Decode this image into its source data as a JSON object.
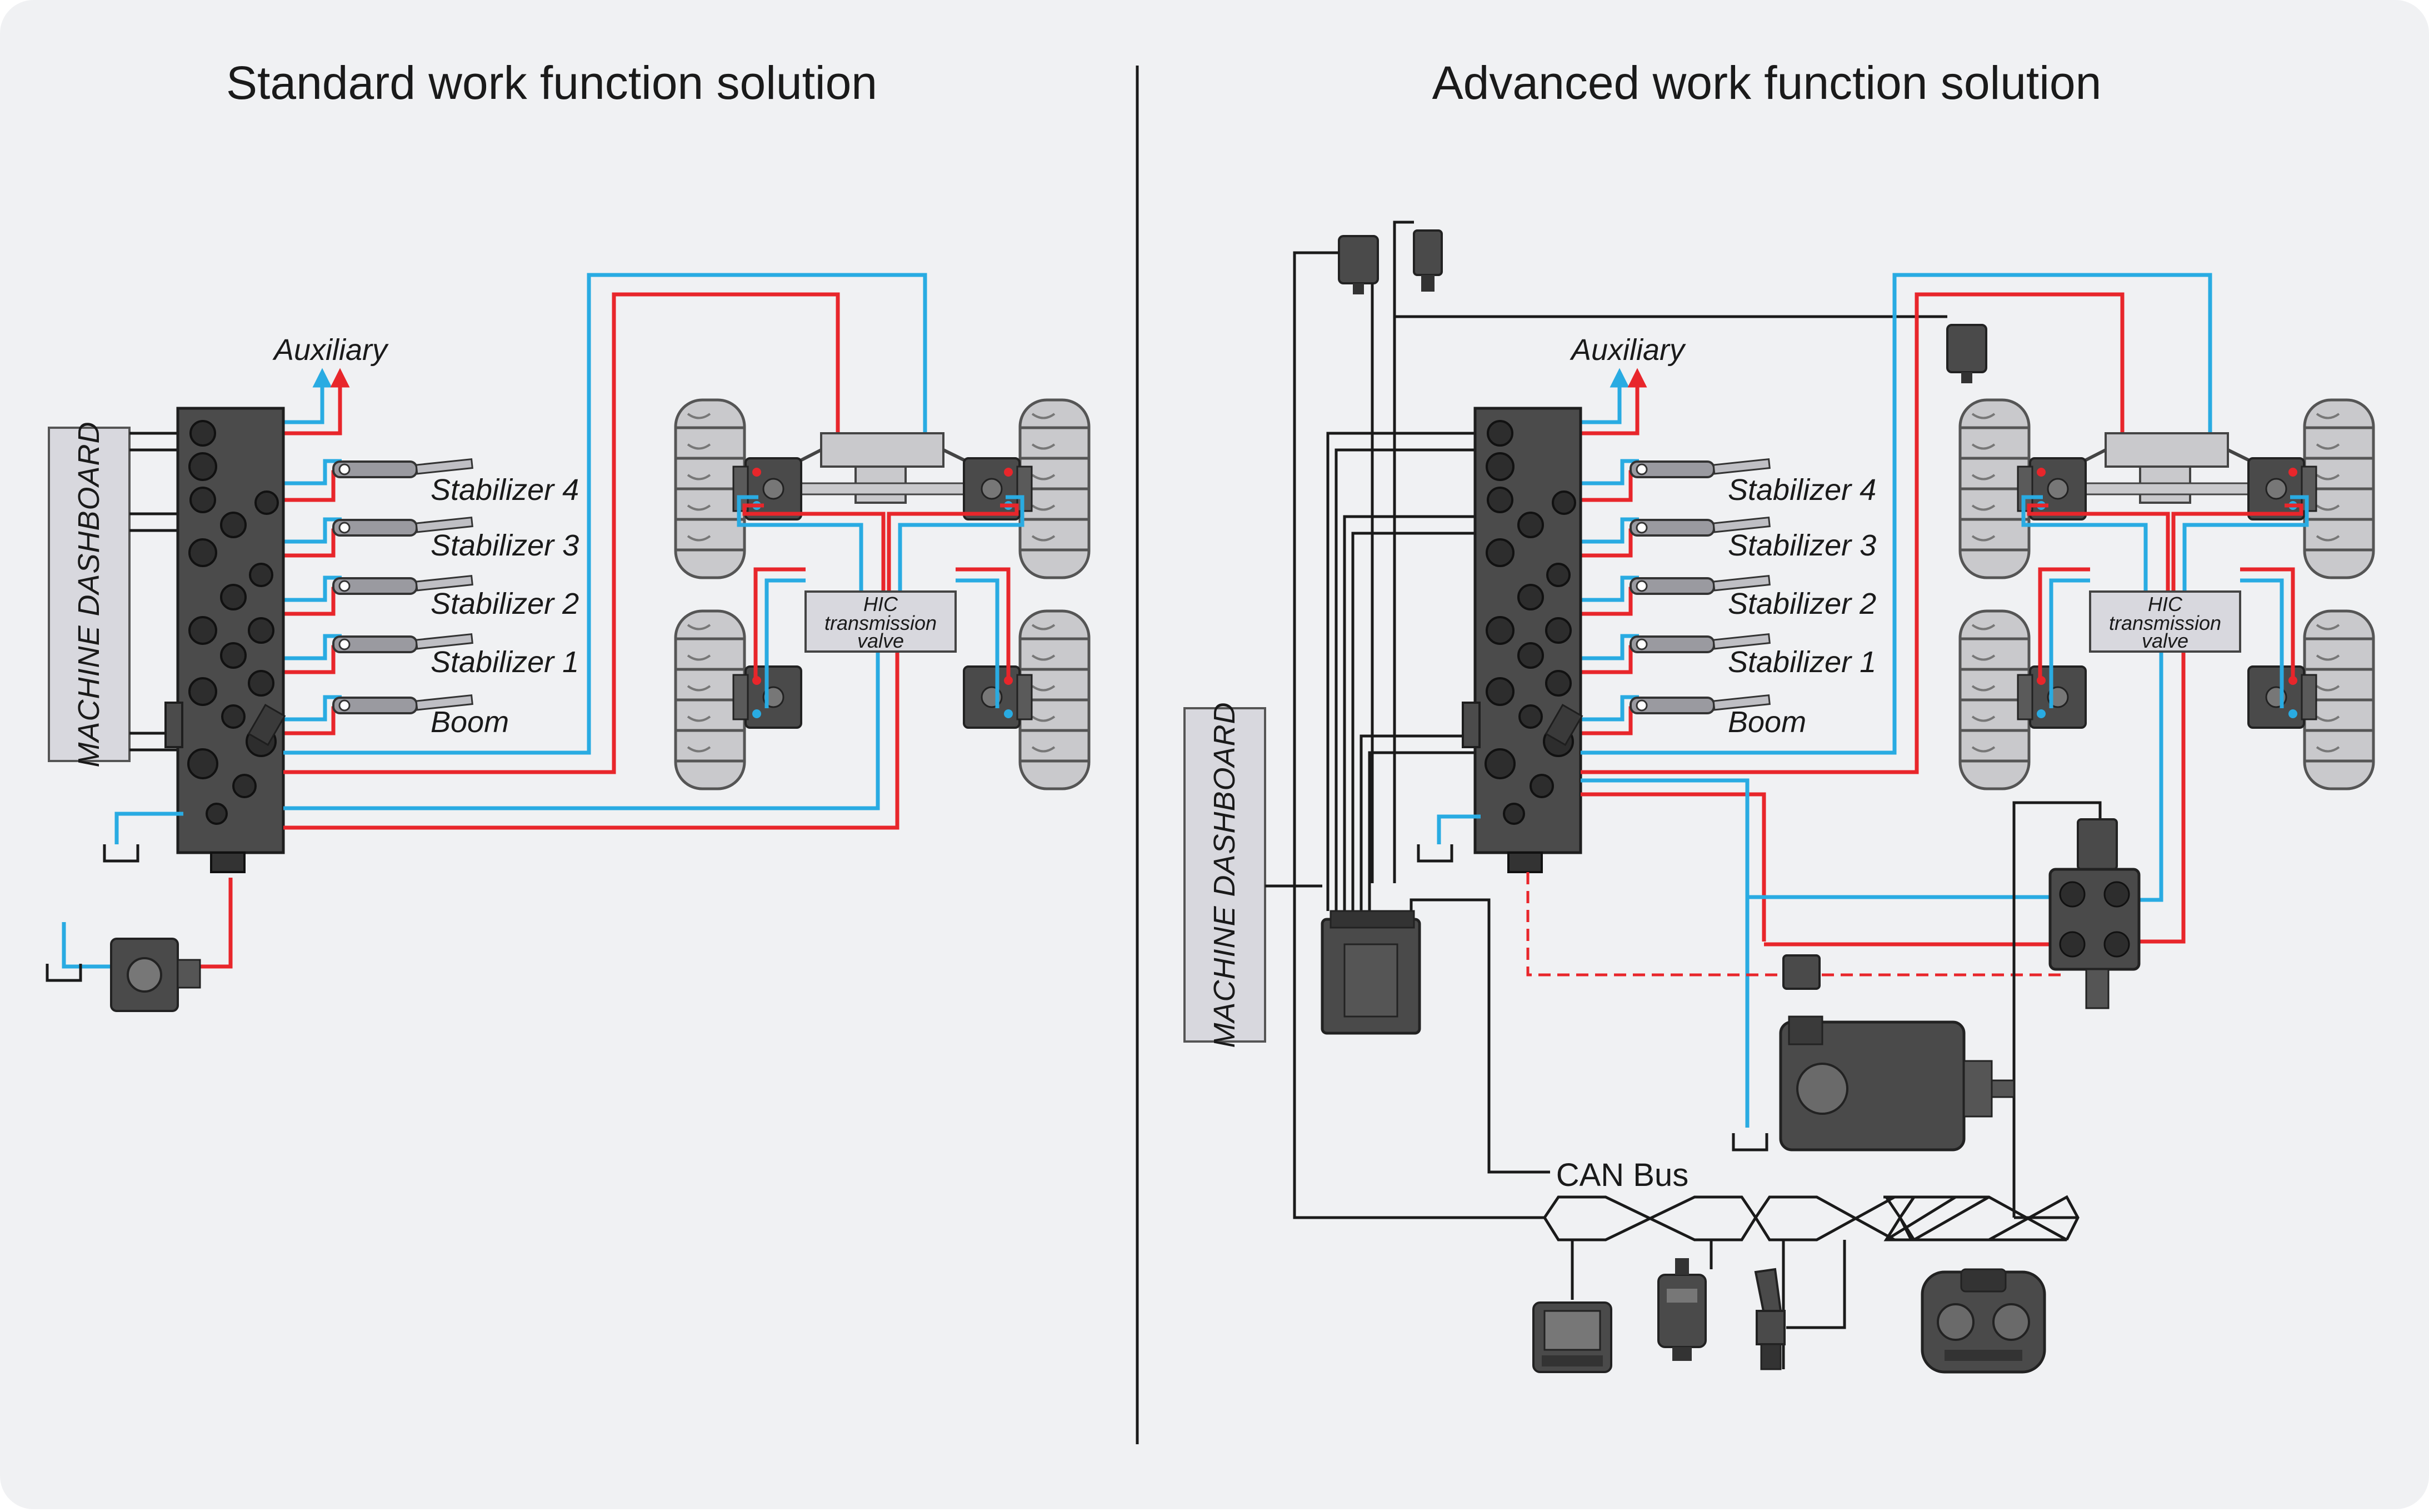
{
  "colors": {
    "background": "#f0f1f3",
    "pressure_line": "#e8262b",
    "return_line": "#29abe2",
    "electrical": "#1a1a1a",
    "dashboard_box": "#d8d8de",
    "component": "#454545"
  },
  "standard": {
    "title": "Standard work function solution",
    "auxiliary": "Auxiliary",
    "dashboard": "MACHINE DASHBOARD",
    "functions": [
      "Stabilizer 4",
      "Stabilizer 3",
      "Stabilizer 2",
      "Stabilizer 1",
      "Boom"
    ],
    "hic": [
      "HIC",
      "transmission",
      "valve"
    ]
  },
  "advanced": {
    "title": "Advanced work function solution",
    "auxiliary": "Auxiliary",
    "dashboard": "MACHINE DASHBOARD",
    "functions": [
      "Stabilizer 4",
      "Stabilizer 3",
      "Stabilizer 2",
      "Stabilizer 1",
      "Boom"
    ],
    "hic": [
      "HIC",
      "transmission",
      "valve"
    ],
    "can_bus": "CAN Bus"
  },
  "icons": [
    "control-valve-icon",
    "cylinder-icon",
    "wheel-icon",
    "motor-icon",
    "gear-pump-icon",
    "piston-pump-icon",
    "ecu-icon",
    "sensor-icon",
    "display-icon",
    "remote-icon",
    "joystick-icon",
    "remote-control-panel-icon",
    "tank-icon"
  ]
}
